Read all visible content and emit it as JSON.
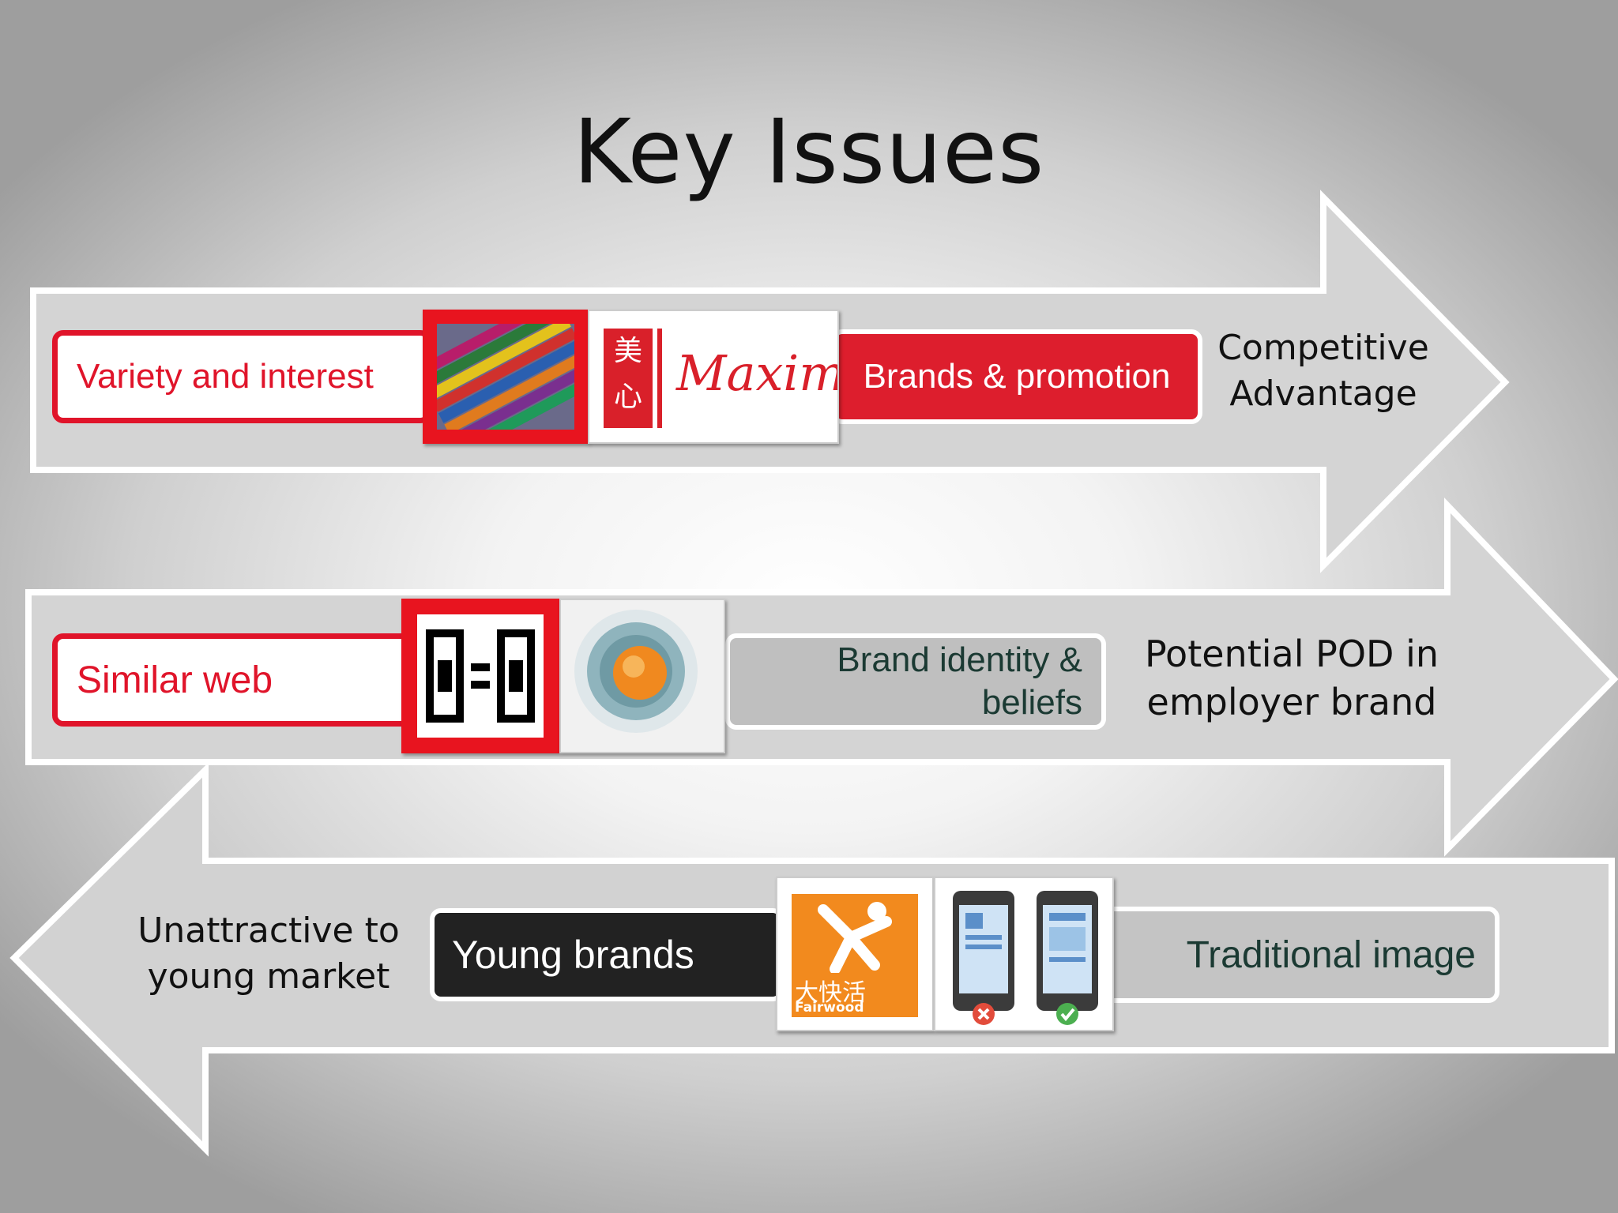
{
  "title": "Key Issues",
  "rows": [
    {
      "direction": "right",
      "left_label": "Variety and interest",
      "right_label": "Brands & promotion",
      "outcome_line1": "Competitive",
      "outcome_line2": "Advantage",
      "images": [
        "crayons-image",
        "maxims-logo"
      ],
      "logo_text": "Maxim's",
      "logo_cjk": "美心"
    },
    {
      "direction": "right",
      "left_label": "Similar web",
      "right_label_line1": "Brand identity &",
      "right_label_line2": "beliefs",
      "outcome_line1": "Potential POD in",
      "outcome_line2": "employer brand",
      "images": [
        "equal-web-icon",
        "core-values-icon"
      ]
    },
    {
      "direction": "left",
      "left_label": "Young brands",
      "right_label": "Traditional image",
      "outcome_line1": "Unattractive to",
      "outcome_line2": "young market",
      "images": [
        "fairwood-logo",
        "mobile-compare-icon"
      ],
      "logo_text": "Fairwood",
      "logo_cjk": "大快活"
    }
  ],
  "colors": {
    "red": "#e0142a",
    "dark": "#222222",
    "grey": "#bfbfbf",
    "orange": "#f28a1e"
  }
}
